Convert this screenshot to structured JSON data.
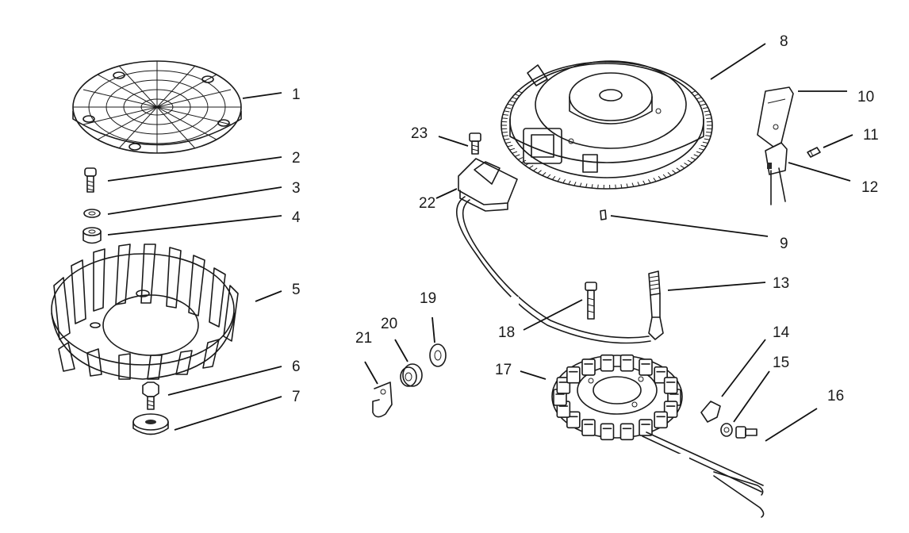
{
  "diagram": {
    "callouts": [
      {
        "id": 1,
        "label": "1"
      },
      {
        "id": 2,
        "label": "2"
      },
      {
        "id": 3,
        "label": "3"
      },
      {
        "id": 4,
        "label": "4"
      },
      {
        "id": 5,
        "label": "5"
      },
      {
        "id": 6,
        "label": "6"
      },
      {
        "id": 7,
        "label": "7"
      },
      {
        "id": 8,
        "label": "8"
      },
      {
        "id": 9,
        "label": "9"
      },
      {
        "id": 10,
        "label": "10"
      },
      {
        "id": 11,
        "label": "11"
      },
      {
        "id": 12,
        "label": "12"
      },
      {
        "id": 13,
        "label": "13"
      },
      {
        "id": 14,
        "label": "14"
      },
      {
        "id": 15,
        "label": "15"
      },
      {
        "id": 16,
        "label": "16"
      },
      {
        "id": 17,
        "label": "17"
      },
      {
        "id": 18,
        "label": "18"
      },
      {
        "id": 19,
        "label": "19"
      },
      {
        "id": 20,
        "label": "20"
      },
      {
        "id": 21,
        "label": "21"
      },
      {
        "id": 22,
        "label": "22"
      },
      {
        "id": 23,
        "label": "23"
      }
    ]
  }
}
